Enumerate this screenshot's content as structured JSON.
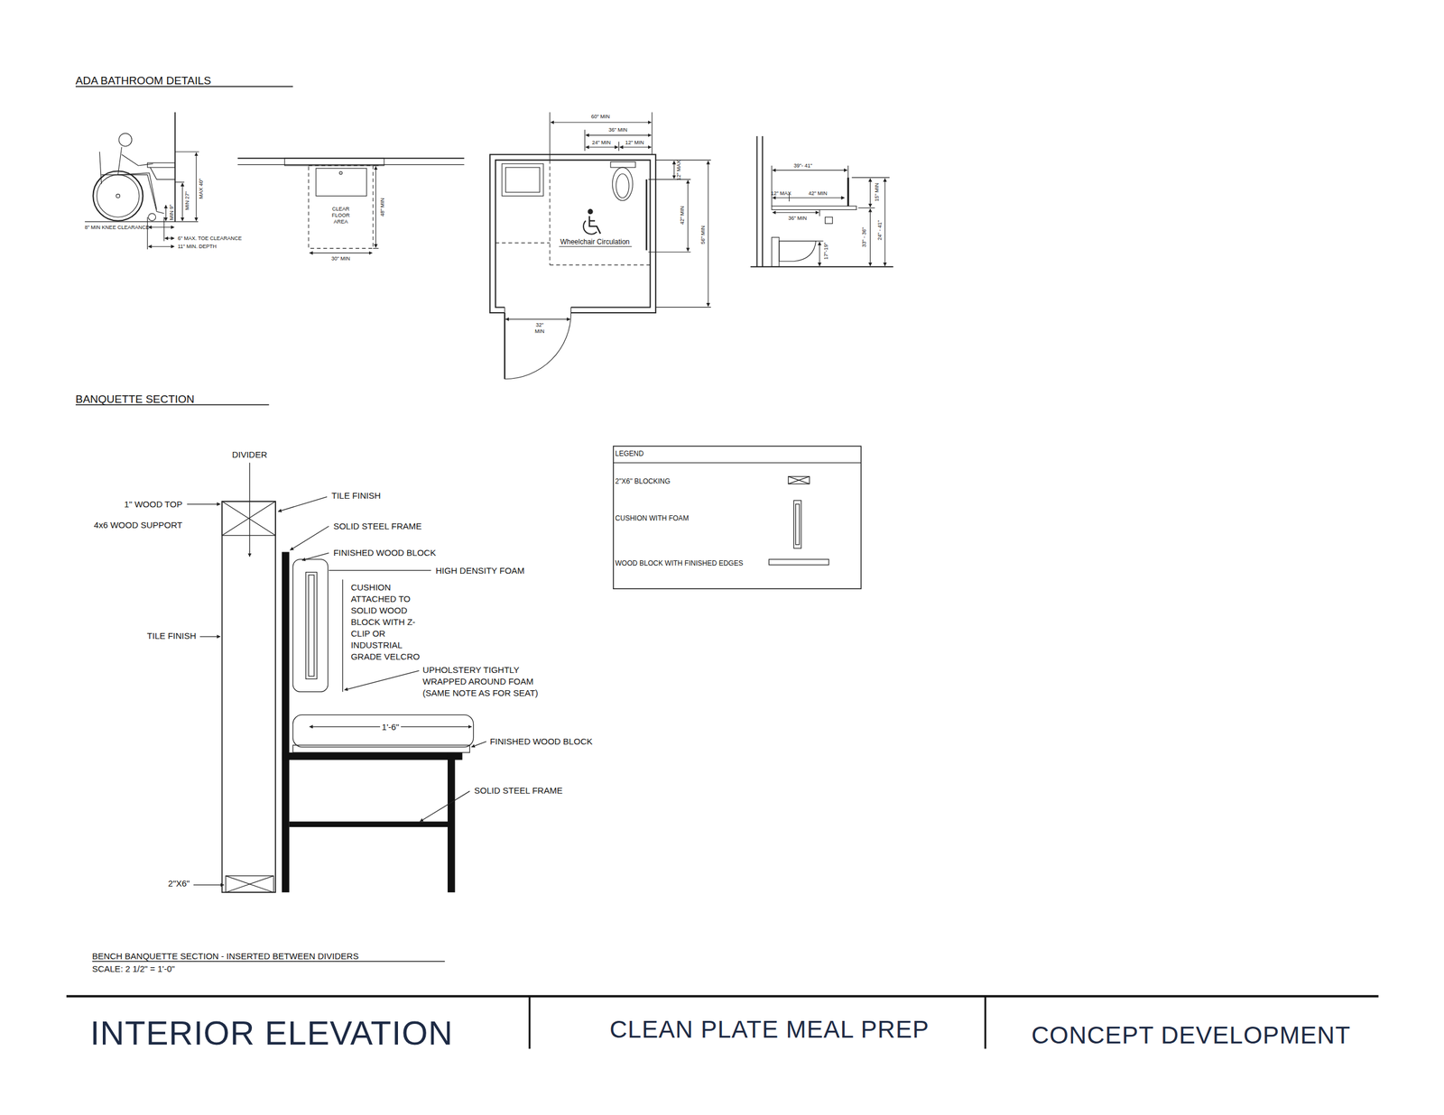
{
  "diagram": {
    "title": "INTERIOR ELEVATION",
    "labels": [
      "ADA BATHROOM DETAILS",
      "MAX 40\"",
      "MIN 27\"",
      "MIN 9\"",
      "8\" MIN KNEE CLEARANCE",
      "6\" MAX. TOE CLEARANCE",
      "11\" MIN. DEPTH",
      "CLEAR FLOOR AREA",
      "48\" MIN",
      "30\" MIN",
      "60\" MIN",
      "36\" MIN",
      "24\" MIN",
      "12\" MIN",
      "12\" MAX",
      "42\" MIN",
      "56\" MIN",
      "Wheelchair Circulation",
      "32\" MIN",
      "39\"- 41\"",
      "12\" MAX",
      "42\" MIN",
      "36\" MIN",
      "15\" MIN",
      "33\" - 36\"",
      "24\" - 41\"",
      "17\"-19\"",
      "BANQUETTE SECTION",
      "DIVIDER",
      "1\" WOOD TOP",
      "4x6 WOOD SUPPORT",
      "TILE FINISH",
      "SOLID STEEL FRAME",
      "FINISHED WOOD BLOCK",
      "HIGH DENSITY FOAM",
      "CUSHION ATTACHED TO SOLID WOOD BLOCK WITH Z-CLIP OR INDUSTRIAL GRADE VELCRO",
      "TILE FINISH",
      "UPHOLSTERY TIGHTLY WRAPPED AROUND FOAM (SAME NOTE AS FOR SEAT)",
      "1'-6\"",
      "FINISHED WOOD BLOCK",
      "SOLID STEEL FRAME",
      "2\"X6\"",
      "LEGEND",
      "BENCH BANQUETTE SECTION - INSERTED BETWEEN DIVIDERS",
      "SCALE: 2 1/2\" = 1'-0\"",
      "CLEAN PLATE MEAL PREP",
      "CONCEPT DEVELOPMENT"
    ],
    "legend": [
      {
        "text": "2\"X6\" BLOCKING"
      },
      {
        "text": "CUSHION WITH FOAM"
      },
      {
        "text": "WOOD BLOCK WITH FINISHED EDGES"
      }
    ]
  }
}
